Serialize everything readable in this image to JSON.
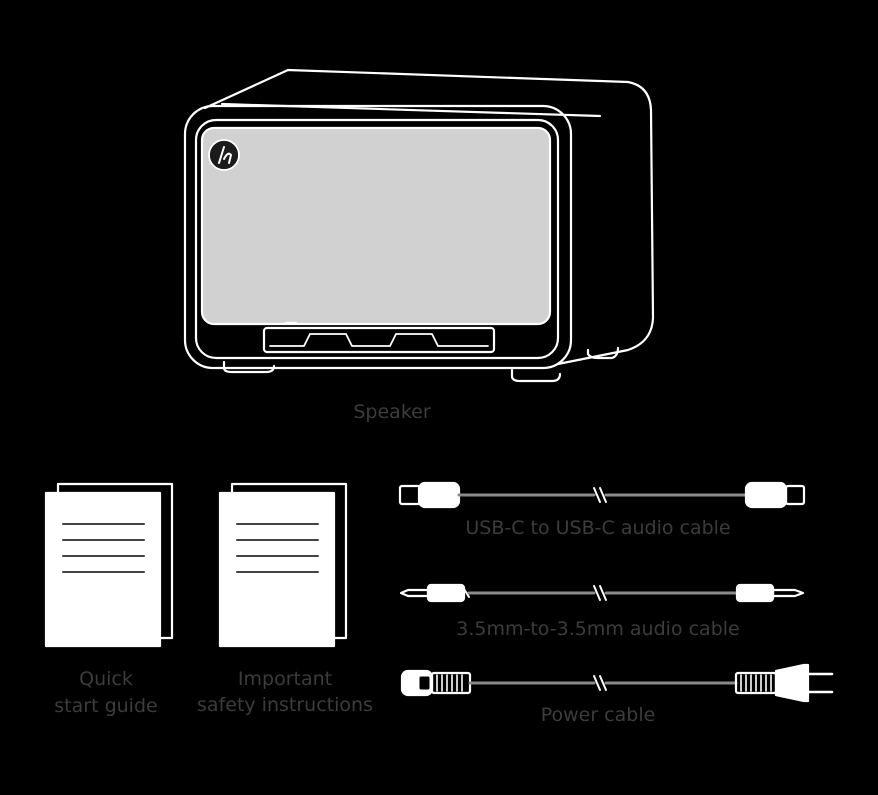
{
  "colors": {
    "background": "#000000",
    "outline": "#ffffff",
    "speaker_grille": "#d1d1d1",
    "label_text": "#3c3c3c"
  },
  "items": {
    "speaker": {
      "label": "Speaker"
    },
    "quick_start_guide": {
      "label_line1": "Quick",
      "label_line2": "start guide"
    },
    "safety_instructions": {
      "label_line1": "Important",
      "label_line2": "safety instructions"
    },
    "usb_cable": {
      "label": "USB-C to USB-C audio cable"
    },
    "aux_cable": {
      "label": "3.5mm-to-3.5mm audio cable"
    },
    "power_cable": {
      "label": "Power cable"
    }
  }
}
